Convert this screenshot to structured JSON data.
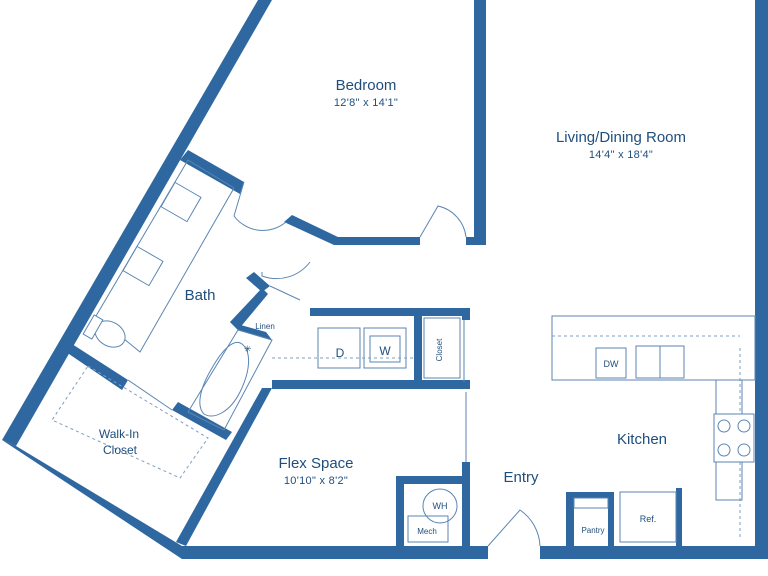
{
  "rooms": {
    "bedroom": {
      "name": "Bedroom",
      "dims": "12'8\" x 14'1\""
    },
    "living": {
      "name": "Living/Dining Room",
      "dims": "14'4\" x 18'4\""
    },
    "bath": {
      "name": "Bath"
    },
    "walkin": {
      "line1": "Walk-In",
      "line2": "Closet"
    },
    "flex": {
      "name": "Flex Space",
      "dims": "10'10\" x 8'2\""
    },
    "kitchen": {
      "name": "Kitchen"
    },
    "entry": {
      "name": "Entry"
    }
  },
  "fixtures": {
    "linen": "Linen",
    "dryer": "D",
    "washer": "W",
    "closet": "Closet",
    "dishwasher": "DW",
    "water_heater": "WH",
    "mech": "Mech",
    "pantry": "Pantry",
    "refrigerator": "Ref."
  },
  "colors": {
    "wall": "#2f68a1",
    "text": "#1f4e7d"
  }
}
